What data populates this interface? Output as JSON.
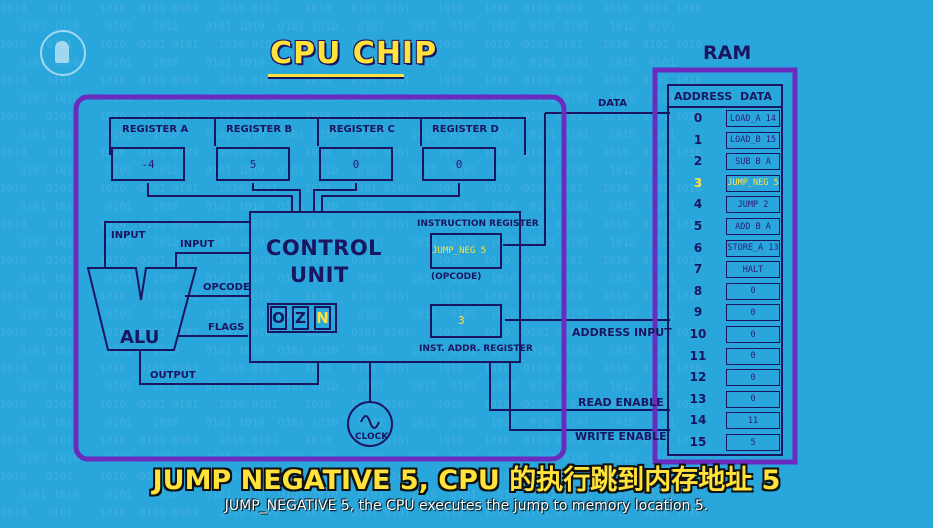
{
  "title": "CPU CHIP",
  "ram_title": "RAM",
  "registers": [
    {
      "label": "REGISTER A",
      "value": "-4"
    },
    {
      "label": "REGISTER B",
      "value": "5"
    },
    {
      "label": "REGISTER C",
      "value": "0"
    },
    {
      "label": "REGISTER D",
      "value": "0"
    }
  ],
  "control_unit": {
    "line1": "CONTROL",
    "line2": "UNIT"
  },
  "instruction_register": {
    "label": "INSTRUCTION REGISTER",
    "value": "JUMP_NEG 5",
    "opcode_label": "(OPCODE)"
  },
  "inst_addr_register": {
    "label": "INST. ADDR. REGISTER",
    "value": "3"
  },
  "flags": {
    "o": "O",
    "z": "Z",
    "n": "N",
    "active": "N",
    "label": "FLAGS"
  },
  "alu": {
    "name": "ALU",
    "input1": "INPUT",
    "input2": "INPUT",
    "opcode": "OPCODE",
    "output": "OUTPUT"
  },
  "clock": {
    "label": "CLOCK"
  },
  "bus_labels": {
    "data": "DATA",
    "address_input": "ADDRESS INPUT",
    "read_enable": "READ ENABLE",
    "write_enable": "WRITE ENABLE"
  },
  "ram": {
    "header_address": "ADDRESS",
    "header_data": "DATA",
    "highlight_address": "3",
    "rows": [
      {
        "address": "0",
        "data": "LOAD_A 14"
      },
      {
        "address": "1",
        "data": "LOAD_B 15"
      },
      {
        "address": "2",
        "data": "SUB B A"
      },
      {
        "address": "3",
        "data": "JUMP_NEG 5"
      },
      {
        "address": "4",
        "data": "JUMP 2"
      },
      {
        "address": "5",
        "data": "ADD B A"
      },
      {
        "address": "6",
        "data": "STORE_A 13"
      },
      {
        "address": "7",
        "data": "HALT"
      },
      {
        "address": "8",
        "data": "0"
      },
      {
        "address": "9",
        "data": "0"
      },
      {
        "address": "10",
        "data": "0"
      },
      {
        "address": "11",
        "data": "0"
      },
      {
        "address": "12",
        "data": "0"
      },
      {
        "address": "13",
        "data": "0"
      },
      {
        "address": "14",
        "data": "11"
      },
      {
        "address": "15",
        "data": "5"
      }
    ]
  },
  "colors": {
    "background": "#29a6dc",
    "purple": "#6a2bbf",
    "navy": "#1a1560",
    "yellow": "#ffe23a"
  },
  "subtitle_cn": "JUMP NEGATIVE 5, CPU 的执行跳到内存地址 5",
  "subtitle_en": "JUMP_NEGATIVE 5, the CPU executes the jump to memory location 5."
}
